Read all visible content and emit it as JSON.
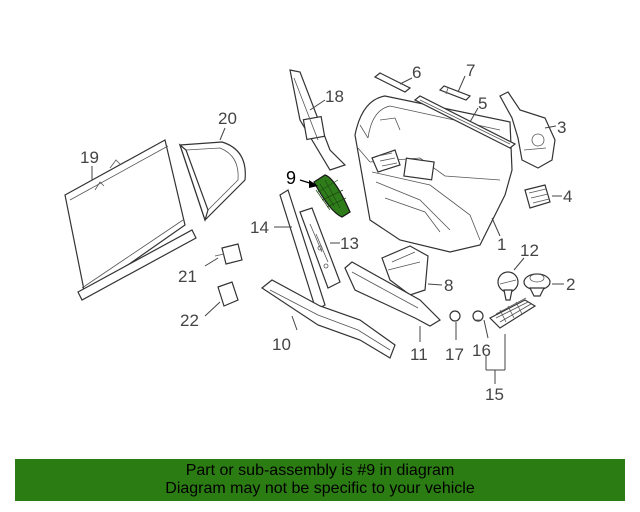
{
  "diagram": {
    "highlight_color": "#2e7d1a",
    "callouts": {
      "c1": "1",
      "c2": "2",
      "c3": "3",
      "c4": "4",
      "c5": "5",
      "c6": "6",
      "c7": "7",
      "c8": "8",
      "c9": "9",
      "c10": "10",
      "c11": "11",
      "c12": "12",
      "c13": "13",
      "c14": "14",
      "c15": "15",
      "c16": "16",
      "c17": "17",
      "c18": "18",
      "c19": "19",
      "c20": "20",
      "c21": "21",
      "c22": "22"
    }
  },
  "banner": {
    "line1": "Part or sub-assembly is #9 in diagram",
    "line2": "Diagram may not be specific to your vehicle",
    "background": "#2c7c14"
  }
}
